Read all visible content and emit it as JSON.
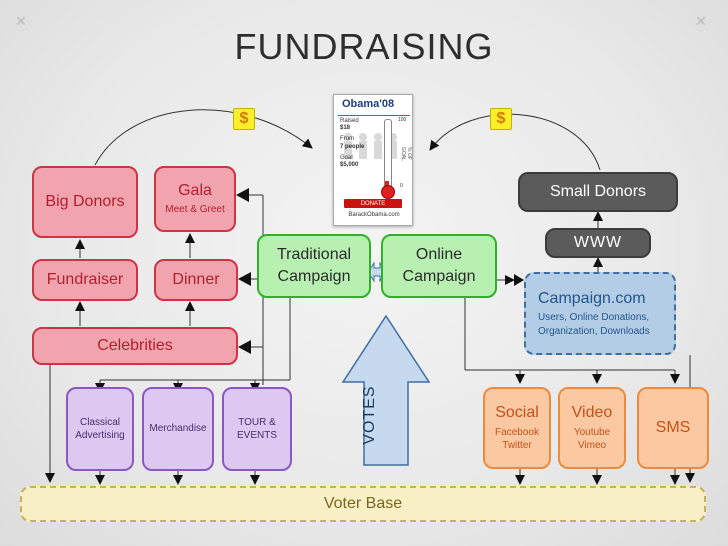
{
  "title": "FUNDRAISING",
  "dollar": "$",
  "donation_widget": {
    "logo": "Obama'08",
    "raised_label": "Raised",
    "raised_value": "$18",
    "from_label": "From",
    "from_value": "7 people",
    "goal_label": "Goal",
    "goal_value": "$5,000",
    "goal_side": "% OF GOAL",
    "scale_top": "100",
    "scale_bottom": "0",
    "button": "DONATE",
    "url": "BarackObama.com"
  },
  "nodes": {
    "big_donors": "Big Donors",
    "gala": "Gala",
    "gala_sub": "Meet & Greet",
    "fundraiser": "Fundraiser",
    "dinner": "Dinner",
    "celebrities": "Celebrities",
    "traditional_1": "Traditional",
    "traditional_2": "Campaign",
    "online_1": "Online",
    "online_2": "Campaign",
    "small_donors": "Small Donors",
    "www": "WWW",
    "campaign_com": "Campaign.com",
    "campaign_com_sub1": "Users, Online Donations,",
    "campaign_com_sub2": "Organization, Downloads",
    "classical_1": "Classical",
    "classical_2": "Advertising",
    "merchandise": "Merchandise",
    "tour_1": "TOUR &",
    "tour_2": "EVENTS",
    "votes": "VOTES",
    "social": "Social",
    "social_1": "Facebook",
    "social_2": "Twitter",
    "video": "Video",
    "video_1": "Youtube",
    "video_2": "Vimeo",
    "sms": "SMS",
    "voter_base": "Voter Base"
  },
  "colors": {
    "red_fill": "#f2a4ae",
    "red_border": "#cf3346",
    "green_fill": "#b7f0b0",
    "purple_fill": "#ddc8f2",
    "orange_fill": "#fbc9a1",
    "dark_fill": "#5b5b5b",
    "blue_fill": "#b4cde6",
    "yellow_fill": "#f8efc4",
    "votes_fill": "#c6d9ef"
  }
}
